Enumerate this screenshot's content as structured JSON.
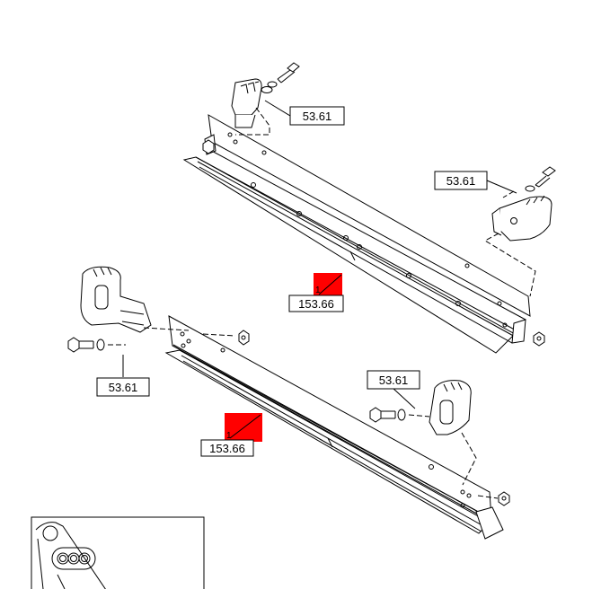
{
  "callouts": {
    "upper_bracket_top": "53.61",
    "upper_bracket_right": "53.61",
    "upper_deflector": "153.66",
    "upper_deflector_marker": "1",
    "lower_bracket_left": "53.61",
    "lower_bracket_right": "53.61",
    "lower_deflector": "153.66",
    "lower_deflector_marker": "1"
  },
  "colors": {
    "line": "#000000",
    "highlight": "#ff0000",
    "background": "#ffffff"
  }
}
